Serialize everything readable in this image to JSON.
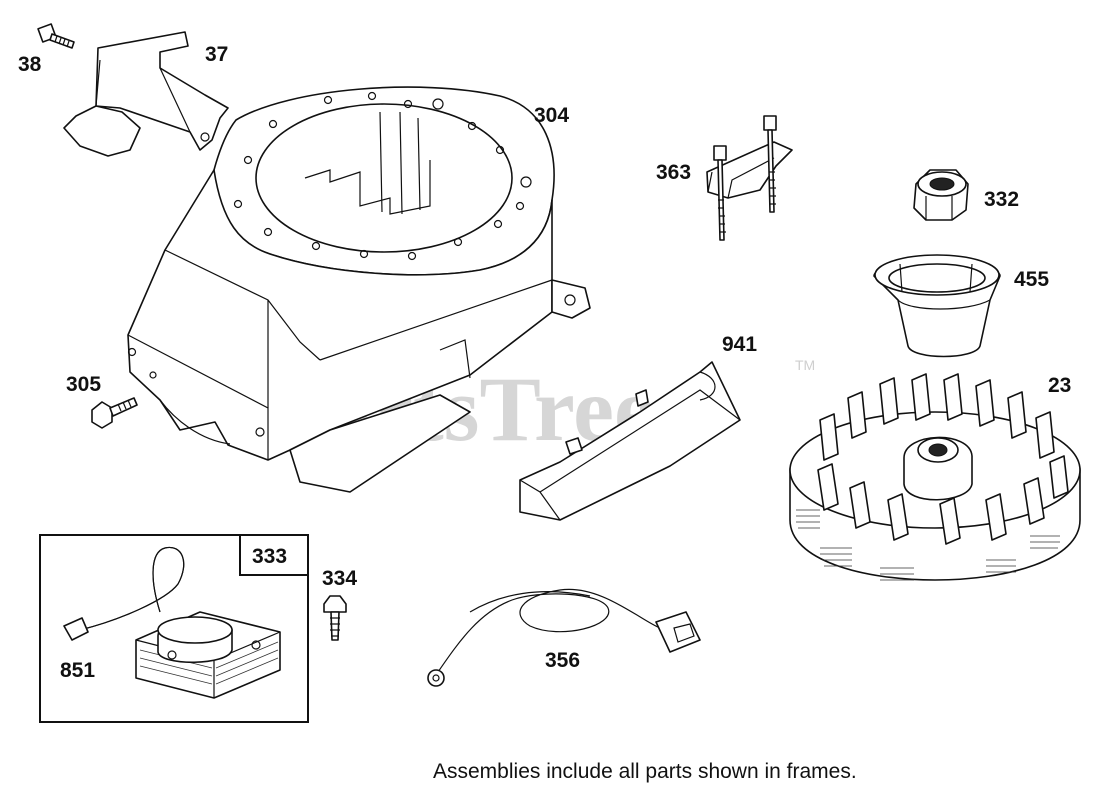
{
  "watermark": {
    "text": "PartsTree",
    "tm": "TM"
  },
  "caption": "Assemblies include all parts shown in frames.",
  "callouts": {
    "p38": "38",
    "p37": "37",
    "p304": "304",
    "p363": "363",
    "p332": "332",
    "p455": "455",
    "p941": "941",
    "p23": "23",
    "p305": "305",
    "p333": "333",
    "p334": "334",
    "p851": "851",
    "p356": "356"
  },
  "colors": {
    "line": "#111111",
    "watermark": "#d6d6d6",
    "background": "#ffffff"
  }
}
